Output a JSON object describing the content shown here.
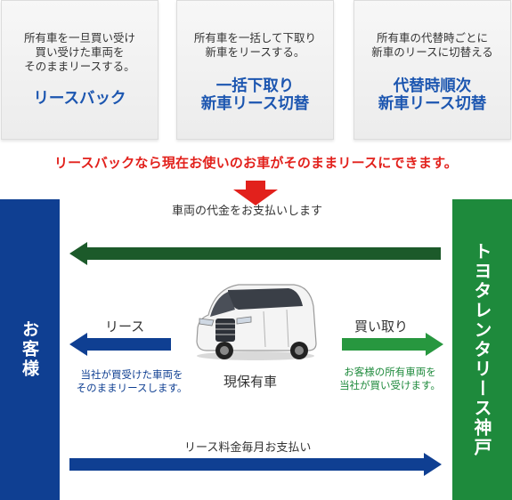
{
  "options": [
    {
      "description": "所有車を一旦買い受け\n買い受けた車両を\nそのままリースする。",
      "title": "リースバック"
    },
    {
      "description": "所有車を一括して下取り\n新車をリースする。",
      "title": "一括下取り\n新車リース切替"
    },
    {
      "description": "所有車の代替時ごとに\n新車のリースに切替える",
      "title": "代替時順次\n新車リース切替"
    }
  ],
  "headline": "リースバックなら現在お使いのお車がそのままリースにできます。",
  "diagram": {
    "customer": "お客様",
    "company": "トヨタレンタリース神戸",
    "payment_for_vehicle": "車両の代金をお支払いします",
    "lease_label": "リース",
    "lease_note": "当社が買受けた車両を\nそのままリースします。",
    "buy_label": "買い取り",
    "buy_note": "お客様の所有車両を\n当社が買い受けます。",
    "vehicle_caption": "現保有車",
    "monthly_payment": "リース料金毎月お支払い"
  },
  "colors": {
    "blue": "#0f3f92",
    "green": "#1e8a3c",
    "red": "#e2211c",
    "title_blue": "#1c56b0"
  }
}
